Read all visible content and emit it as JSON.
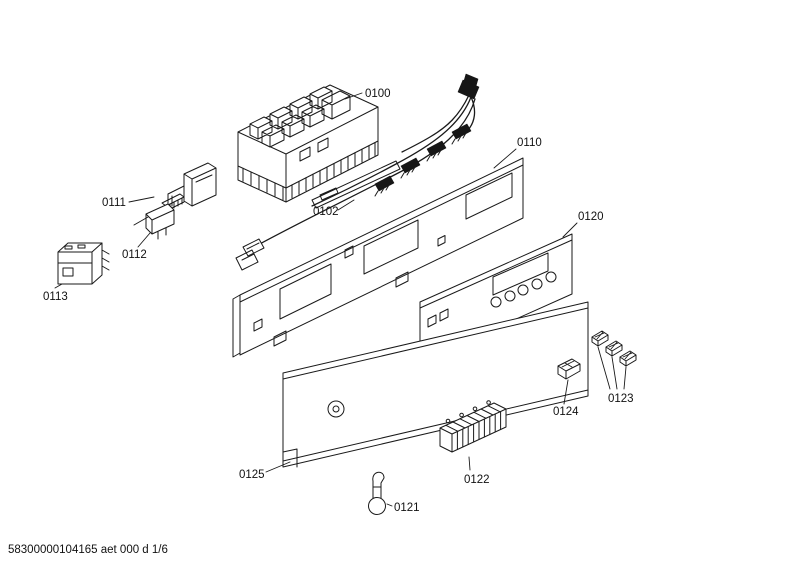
{
  "page": {
    "background_color": "#ffffff",
    "line_color": "#1a1a1a",
    "footer": "58300000104165 aet 000 d 1/6"
  },
  "diagram": {
    "type": "exploded-parts-diagram",
    "callouts": {
      "p0100": "0100",
      "p0102": "0102",
      "p0110": "0110",
      "p0111": "0111",
      "p0112": "0112",
      "p0113": "0113",
      "p0120": "0120",
      "p0121": "0121",
      "p0122": "0122",
      "p0123": "0123",
      "p0124": "0124",
      "p0125": "0125"
    }
  }
}
